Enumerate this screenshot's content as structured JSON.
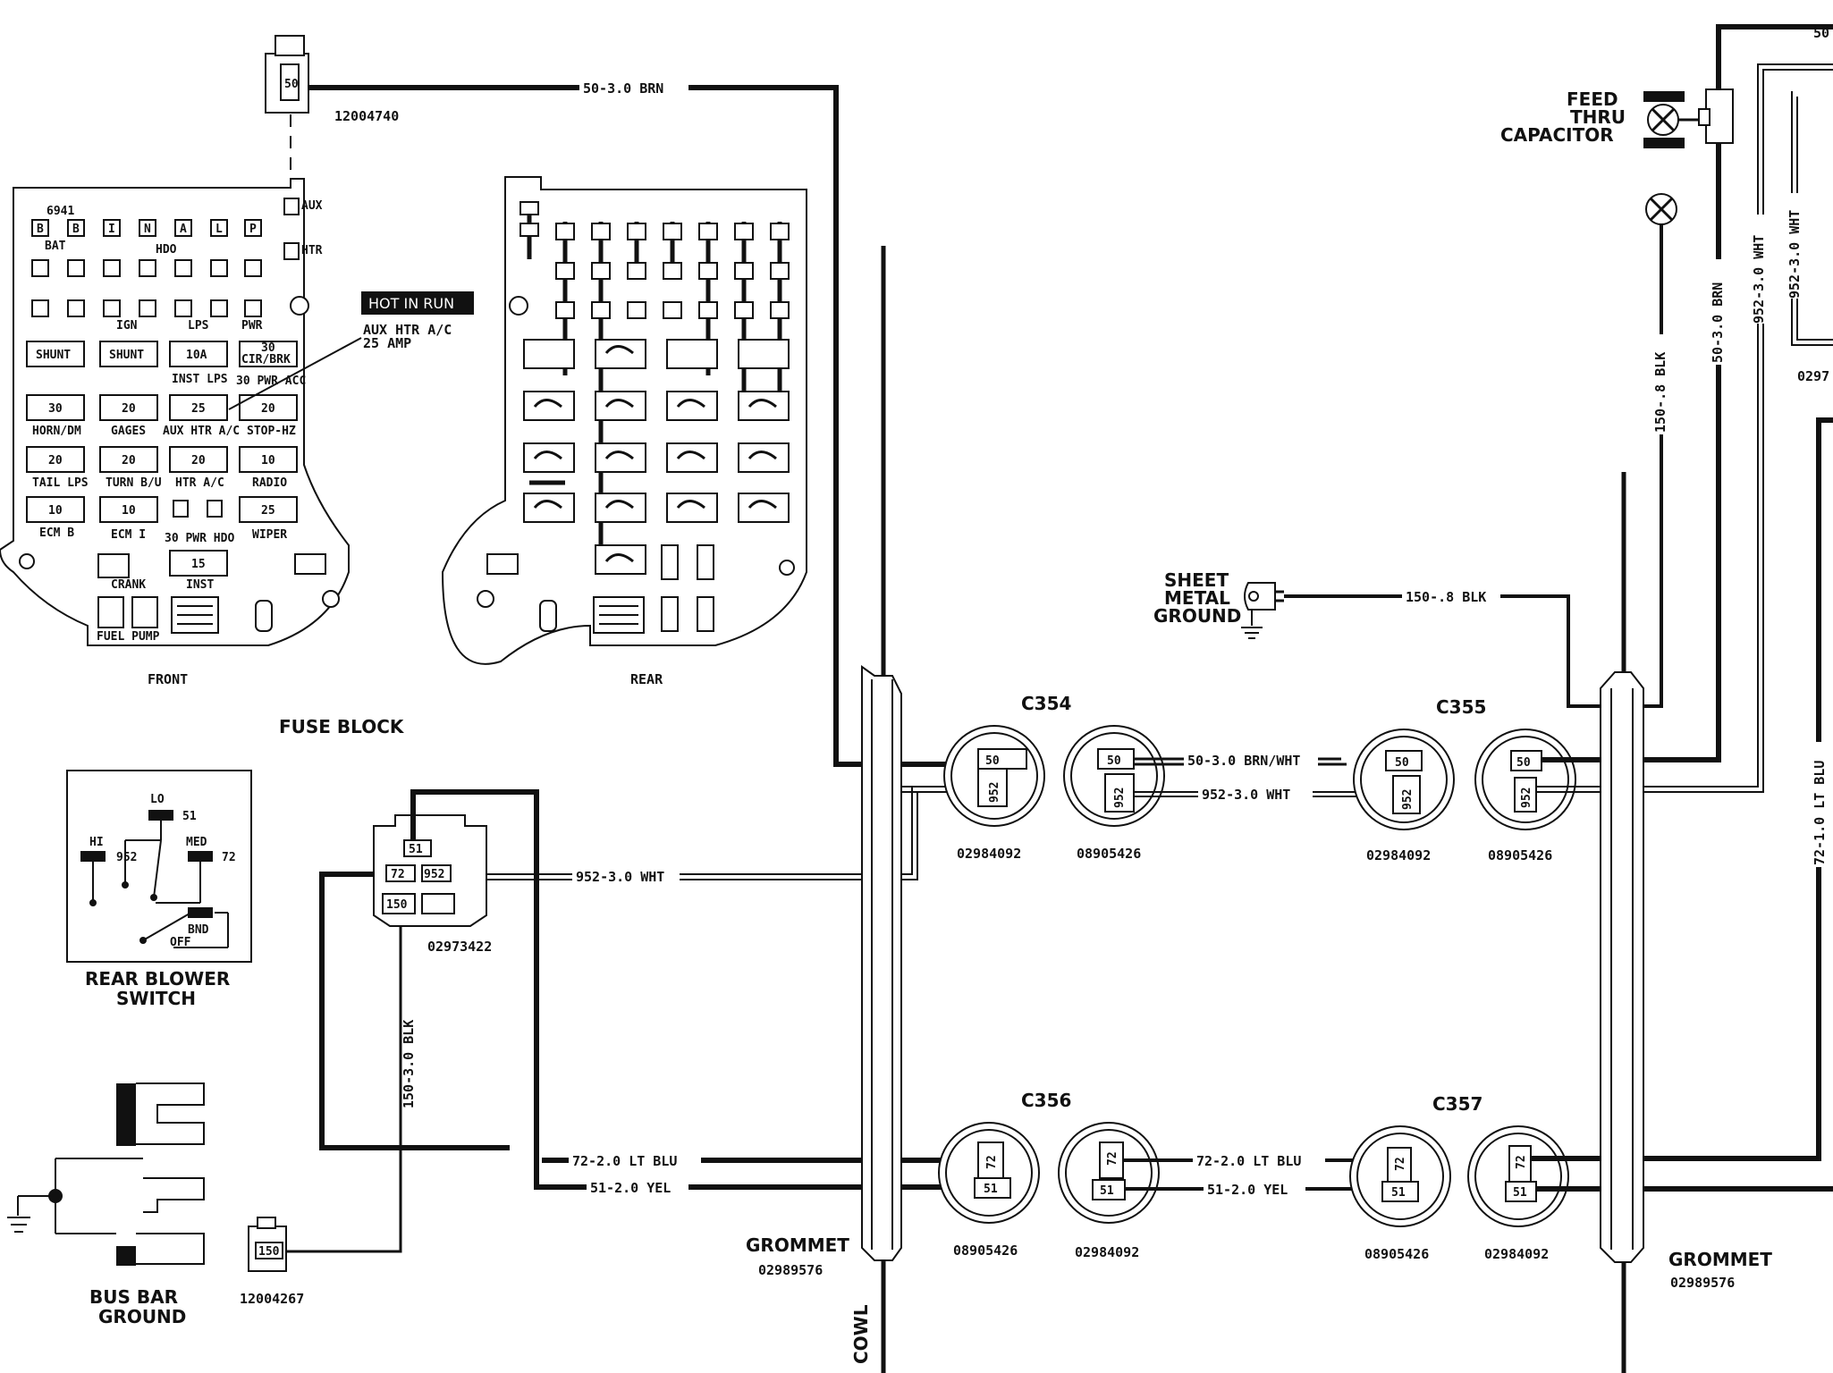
{
  "labels": {
    "part_12004740": "12004740",
    "wire_50_brn": "50-3.0 BRN",
    "fuse_6941": "6941",
    "hot_in_run": "HOT IN RUN",
    "aux_htr_1": "AUX HTR A/C",
    "aux_htr_2": "25 AMP",
    "front": "FRONT",
    "rear": "REAR",
    "fuse_block": "FUSE BLOCK",
    "sheet_1": "SHEET",
    "sheet_2": "METAL",
    "sheet_3": "GROUND",
    "wire_150_blk_h": "150-.8 BLK",
    "feed_1": "FEED",
    "feed_2": "THRU",
    "feed_3": "CAPACITOR",
    "wire_150_blk_v": "150-.8 BLK",
    "wire_50_brn_v": "50-3.0 BRN",
    "wire_952_wht_v1": "952-3.0 WHT",
    "wire_952_wht_v2": "952-3.0 WHT",
    "part_0297": "0297",
    "c354": "C354",
    "c355": "C355",
    "c356": "C356",
    "c357": "C357",
    "wire_50_brnwht": "50-3.0 BRN/WHT",
    "wire_952_wht_mid": "952-3.0 WHT",
    "wire_952_wht_left": "952-3.0 WHT",
    "p_02984092_a": "02984092",
    "p_08905426_a": "08905426",
    "p_02984092_b": "02984092",
    "p_08905426_b": "08905426",
    "p_08905426_c": "08905426",
    "p_02984092_c": "02984092",
    "p_08905426_d": "08905426",
    "p_02984092_d": "02984092",
    "rear_blower_1": "REAR BLOWER",
    "rear_blower_2": "SWITCH",
    "sw_lo": "LO",
    "sw_hi": "HI",
    "sw_med": "MED",
    "sw_51": "51",
    "sw_952": "952",
    "sw_72": "72",
    "sw_bnd": "BND",
    "sw_off": "OFF",
    "part_02973422": "02973422",
    "wire_150_30_blk": "150-3.0 BLK",
    "wire_72_ltblu_l": "72-2.0 LT BLU",
    "wire_51_yel_l": "51-2.0 YEL",
    "wire_72_ltblu_m": "72-2.0 LT BLU",
    "wire_51_yel_m": "51-2.0 YEL",
    "wire_72_ltblu_r": "72-1.0 LT BLU",
    "grommet_l": "GROMMET",
    "grommet_l_part": "02989576",
    "grommet_r": "GROMMET",
    "grommet_r_part": "02989576",
    "cowl": "COWL",
    "bus_bar_1": "BUS BAR",
    "bus_bar_2": "GROUND",
    "part_12004267": "12004267",
    "pin_50": "50",
    "pin_952": "952",
    "pin_72": "72",
    "pin_51": "51",
    "pin_150": "150",
    "top_right_50": "50"
  },
  "fuses": {
    "row1": [
      "B",
      "B",
      "I",
      "N",
      "A",
      "L",
      "P"
    ],
    "row1_sub": "BAT",
    "row1_mid": "HDO",
    "row3_sub_a": "IGN",
    "row3_sub_b": "LPS",
    "row3_sub_c": "PWR",
    "aux": "AUX",
    "htr": "HTR",
    "shunt": "SHUNT",
    "f10a": "10A",
    "f30": "30",
    "cir_brk": "CIR/BRK",
    "inst_lps": "INST LPS",
    "pwr_acc": "30 PWR ACC",
    "horn": "HORN/DM",
    "gages": "GAGES",
    "aux_htr": "AUX HTR A/C",
    "stop": "STOP-HZ",
    "tail": "TAIL LPS",
    "turn": "TURN B/U",
    "htr_ac": "HTR A/C",
    "radio": "RADIO",
    "ecm_b": "ECM B",
    "ecm_i": "ECM I",
    "pwr_hdo": "30 PWR HDO",
    "wiper": "WIPER",
    "crank": "CRANK",
    "inst": "INST",
    "fuel": "FUEL PUMP",
    "v10": "10",
    "v15": "15",
    "v20": "20",
    "v25": "25",
    "v30": "30"
  }
}
